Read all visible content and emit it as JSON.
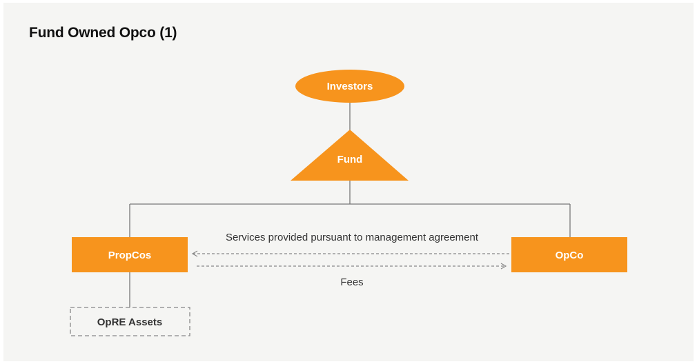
{
  "page": {
    "title": "Fund Owned Opco (1)"
  },
  "nodes": {
    "investors": "Investors",
    "fund": "Fund",
    "propcos": "PropCos",
    "opco": "OpCo",
    "opre_assets": "OpRE Assets"
  },
  "flows": {
    "services": "Services provided pursuant to management agreement",
    "fees": "Fees"
  },
  "colors": {
    "accent": "#f7941d",
    "connector": "#777777",
    "background": "#f5f5f3"
  }
}
